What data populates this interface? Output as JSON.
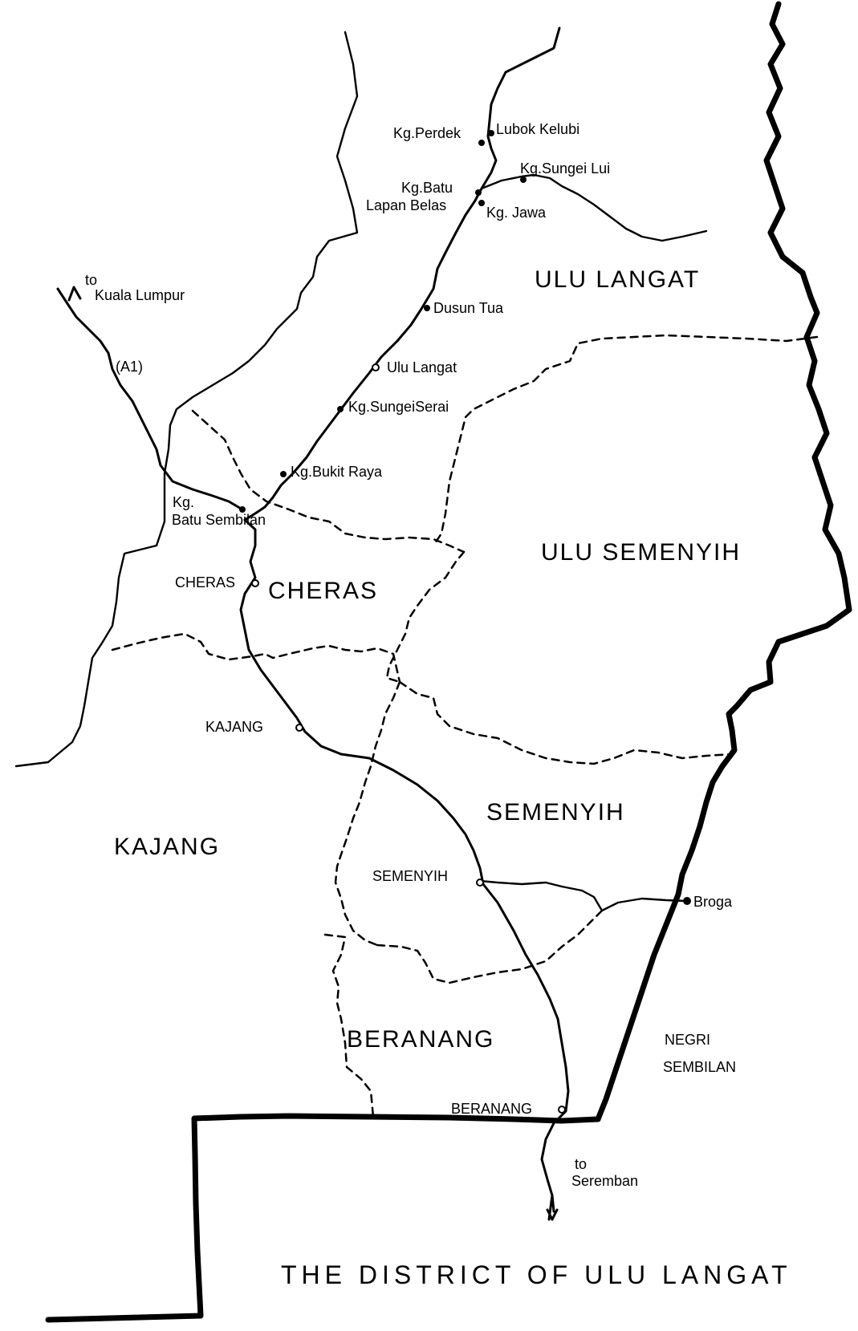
{
  "map": {
    "title": "THE DISTRICT OF ULU LANGAT",
    "colors": {
      "ink": "#000000",
      "paper": "#ffffff"
    },
    "subdistricts": {
      "ulu_langat": "ULU LANGAT",
      "ulu_semenyih": "ULU SEMENYIH",
      "cheras": "CHERAS",
      "kajang": "KAJANG",
      "semenyih": "SEMENYIH",
      "beranang": "BERANANG",
      "negri_sembilan_line1": "NEGRI",
      "negri_sembilan_line2": "SEMBILAN"
    },
    "towns": {
      "cheras": "CHERAS",
      "kajang": "KAJANG",
      "semenyih": "SEMENYIH",
      "beranang": "BERANANG"
    },
    "villages": {
      "kg_perdek": "Kg.Perdek",
      "lubok_kelubi": "Lubok Kelubi",
      "kg_sungei_lui": "Kg.Sungei Lui",
      "kg_batu_line1": "Kg.Batu",
      "kg_batu_line2": "Lapan Belas",
      "kg_jawa": "Kg. Jawa",
      "dusun_tua": "Dusun Tua",
      "ulu_langat": "Ulu Langat",
      "kg_sungei_serai": "Kg.SungeiSerai",
      "kg_bukit_raya": "Kg.Bukit Raya",
      "kg_batu_sembilan_line1": "Kg.",
      "kg_batu_sembilan_line2": "Batu Sembilan",
      "broga": "Broga"
    },
    "directions": {
      "kl_line1": "to",
      "kl_line2": "Kuala Lumpur",
      "seremban_line1": "to",
      "seremban_line2": "Seremban",
      "route": "(A1)"
    }
  }
}
